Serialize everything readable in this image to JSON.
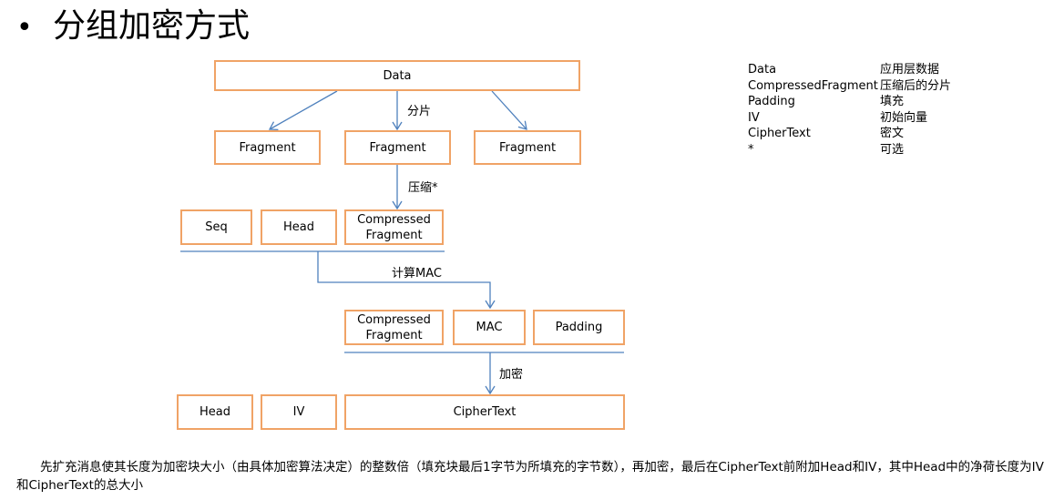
{
  "title": {
    "bullet": "•",
    "text": "分组加密方式"
  },
  "diagram": {
    "data_box": "Data",
    "fragments": [
      "Fragment",
      "Fragment",
      "Fragment"
    ],
    "label_split": "分片",
    "label_compress": "压缩*",
    "row_seq": {
      "seq": "Seq",
      "head": "Head",
      "compressed_line1": "Compressed",
      "compressed_line2": "Fragment"
    },
    "label_mac": "计算MAC",
    "row_mac": {
      "compressed_line1": "Compressed",
      "compressed_line2": "Fragment",
      "mac": "MAC",
      "padding": "Padding"
    },
    "label_encrypt": "加密",
    "row_final": {
      "head": "Head",
      "iv": "IV",
      "ciphertext": "CipherText"
    }
  },
  "legend": [
    {
      "term": "Data",
      "meaning": "应用层数据"
    },
    {
      "term": "CompressedFragment",
      "meaning": "压缩后的分片"
    },
    {
      "term": "Padding",
      "meaning": "填充"
    },
    {
      "term": "IV",
      "meaning": "初始向量"
    },
    {
      "term": "CipherText",
      "meaning": "密文"
    },
    {
      "term": "*",
      "meaning": "可选"
    }
  ],
  "note": "先扩充消息使其长度为加密块大小（由具体加密算法决定）的整数倍（填充块最后1字节为所填充的字节数），再加密，最后在CipherText前附加Head和IV，其中Head中的净荷长度为IV和CipherText的总大小",
  "colors": {
    "box_border": "#f0a366",
    "line": "#4f81bd"
  }
}
